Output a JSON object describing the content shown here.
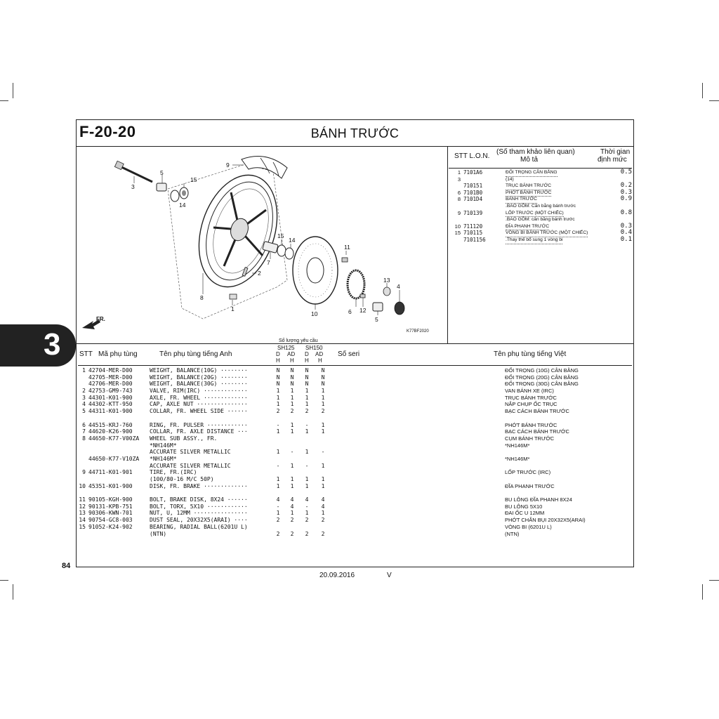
{
  "header": {
    "code": "F-20-20",
    "title": "BÁNH TRƯỚC"
  },
  "diagram": {
    "callouts": [
      "1",
      "2",
      "3",
      "4",
      "5",
      "5",
      "6",
      "7",
      "8",
      "9",
      "10",
      "11",
      "12",
      "13",
      "14",
      "14",
      "15",
      "15"
    ],
    "fr_label": "FR.",
    "drawing_code": "K77BF2020"
  },
  "time_table": {
    "headers": {
      "stt_lon": "STT  L.O.N.",
      "ref": "(Số tham khảo liên quan)",
      "desc": "Mô tả",
      "time1": "Thời gian",
      "time2": "định mức"
    },
    "rows": [
      {
        "stt": "1",
        "lon": "7101A6",
        "desc": "ĐỐI TRỌNG CÂN BẰNG",
        "val": "0.5"
      },
      {
        "stt": "3",
        "lon": "",
        "desc": "(14)",
        "val": ""
      },
      {
        "stt": "",
        "lon": "710151",
        "desc": "TRỤC BÁNH TRƯỚC",
        "val": "0.2"
      },
      {
        "stt": "6",
        "lon": "7101B0",
        "desc": "PHỚT BÁNH TRƯỚC",
        "val": "0.3"
      },
      {
        "stt": "8",
        "lon": "7101D4",
        "desc": "BÁNH TRƯỚC",
        "val": "0.9"
      },
      {
        "stt": "",
        "lon": "",
        "desc": ".BAO GỒM: Cân bằng bánh trước",
        "val": ""
      },
      {
        "stt": "9",
        "lon": "710139",
        "desc": "LỐP TRƯỚC (MỘT CHIẾC)",
        "val": "0.8"
      },
      {
        "stt": "",
        "lon": "",
        "desc": ".BAO GỒM: cân bằng bánh trước",
        "val": ""
      },
      {
        "stt": "10",
        "lon": "711120",
        "desc": "ĐĨA PHANH TRƯỚC",
        "val": "0.3"
      },
      {
        "stt": "15",
        "lon": "710115",
        "desc": "VÒNG BI BÁNH TRƯỚC (MỘT CHIẾC)",
        "val": "0.4"
      },
      {
        "stt": "",
        "lon": "7101156",
        "desc": ".Thay thế bổ sung 1 vòng bi",
        "val": "0.1"
      }
    ]
  },
  "parts_table": {
    "headers": {
      "stt": "STT",
      "part_no": "Mã phụ tùng",
      "name_en": "Tên phụ tùng tiếng Anh",
      "qty_title": "Số lượng yêu cầu",
      "sh125": "SH125",
      "sh150": "SH150",
      "d": "D",
      "ad": "AD",
      "h": "H",
      "serial": "Số seri",
      "name_vi": "Tên phụ tùng tiếng Việt"
    },
    "rows": [
      {
        "stt": "1",
        "no": "42704-MER-D00",
        "en": "WEIGHT, BALANCE(10G) ········",
        "q": [
          "N",
          "N",
          "N",
          "N"
        ],
        "vi": "ĐỐI TRỌNG (10G) CÂN BẰNG"
      },
      {
        "stt": "",
        "no": "42705-MER-D00",
        "en": "WEIGHT, BALANCE(20G) ········",
        "q": [
          "N",
          "N",
          "N",
          "N"
        ],
        "vi": "ĐỐI TRỌNG (20G) CÂN BẰNG"
      },
      {
        "stt": "",
        "no": "42706-MER-D00",
        "en": "WEIGHT, BALANCE(30G) ········",
        "q": [
          "N",
          "N",
          "N",
          "N"
        ],
        "vi": "ĐỐI TRỌNG (30G) CÂN BẰNG"
      },
      {
        "stt": "2",
        "no": "42753-GM9-743",
        "en": "VALVE, RIM(IRC) ·············",
        "q": [
          "1",
          "1",
          "1",
          "1"
        ],
        "vi": "VAN BÁNH XE (IRC)"
      },
      {
        "stt": "3",
        "no": "44301-K01-900",
        "en": "AXLE, FR. WHEEL ·············",
        "q": [
          "1",
          "1",
          "1",
          "1"
        ],
        "vi": "TRỤC BÁNH TRƯỚC"
      },
      {
        "stt": "4",
        "no": "44302-KTT-950",
        "en": "CAP, AXLE NUT ···············",
        "q": [
          "1",
          "1",
          "1",
          "1"
        ],
        "vi": "NẮP CHỤP ỐC TRỤC"
      },
      {
        "stt": "5",
        "no": "44311-K01-900",
        "en": "COLLAR, FR. WHEEL SIDE ······",
        "q": [
          "2",
          "2",
          "2",
          "2"
        ],
        "vi": "BẠC CÁCH BÁNH TRƯỚC"
      },
      {
        "gap": true
      },
      {
        "stt": "6",
        "no": "44515-KRJ-760",
        "en": "RING, FR. PULSER ············",
        "q": [
          "-",
          "1",
          "-",
          "1"
        ],
        "vi": "PHỚT BÁNH TRƯỚC"
      },
      {
        "stt": "7",
        "no": "44620-K26-900",
        "en": "COLLAR, FR. AXLE DISTANCE ···",
        "q": [
          "1",
          "1",
          "1",
          "1"
        ],
        "vi": "BẠC CÁCH BÁNH TRƯỚC"
      },
      {
        "stt": "8",
        "no": "44650-K77-V00ZA",
        "en": "WHEEL SUB ASSY., FR.",
        "q": [
          "",
          "",
          "",
          ""
        ],
        "vi": "CỤM BÁNH TRƯỚC"
      },
      {
        "stt": "",
        "no": "",
        "en": " *NH146M*",
        "q": [
          "",
          "",
          "",
          ""
        ],
        "vi": "*NH146M*"
      },
      {
        "stt": "",
        "no": "",
        "en": "     ACCURATE SILVER METALLIC",
        "q": [
          "1",
          "-",
          "1",
          "-"
        ],
        "vi": ""
      },
      {
        "stt": "",
        "no": "44650-K77-V10ZA",
        "en": " *NH146M*",
        "q": [
          "",
          "",
          "",
          ""
        ],
        "vi": "*NH146M*"
      },
      {
        "stt": "",
        "no": "",
        "en": "     ACCURATE SILVER METALLIC",
        "q": [
          "-",
          "1",
          "-",
          "1"
        ],
        "vi": ""
      },
      {
        "stt": "9",
        "no": "44711-K01-901",
        "en": "TIRE, FR.(IRC)",
        "q": [
          "",
          "",
          "",
          ""
        ],
        "vi": "LỐP TRƯỚC (IRC)"
      },
      {
        "stt": "",
        "no": "",
        "en": "          (100/80-16 M/C 50P)",
        "q": [
          "1",
          "1",
          "1",
          "1"
        ],
        "vi": ""
      },
      {
        "stt": "10",
        "no": "45351-K01-900",
        "en": "DISK, FR. BRAKE ·············",
        "q": [
          "1",
          "1",
          "1",
          "1"
        ],
        "vi": "ĐĨA PHANH TRƯỚC"
      },
      {
        "gap": true
      },
      {
        "stt": "11",
        "no": "90105-KGH-900",
        "en": "BOLT, BRAKE DISK, 8X24 ······",
        "q": [
          "4",
          "4",
          "4",
          "4"
        ],
        "vi": "BU LÔNG ĐĨA PHANH 8X24"
      },
      {
        "stt": "12",
        "no": "90131-KPB-751",
        "en": "BOLT, TORX, 5X10 ············",
        "q": [
          "-",
          "4",
          "-",
          "4"
        ],
        "vi": "BU LÔNG 5X10"
      },
      {
        "stt": "13",
        "no": "90306-KWN-701",
        "en": "NUT, U, 12MM ················",
        "q": [
          "1",
          "1",
          "1",
          "1"
        ],
        "vi": "ĐAI ỐC U 12MM"
      },
      {
        "stt": "14",
        "no": "90754-GC8-003",
        "en": "DUST SEAL, 20X32X5(ARAI) ····",
        "q": [
          "2",
          "2",
          "2",
          "2"
        ],
        "vi": "PHỚT CHẮN BỤI 20X32X5(ARAI)"
      },
      {
        "stt": "15",
        "no": "91052-K24-902",
        "en": "BEARING, RADIAL BALL(6201U L)",
        "q": [
          "",
          "",
          "",
          ""
        ],
        "vi": "VÒNG BI (6201U L)"
      },
      {
        "stt": "",
        "no": "",
        "en": "                        (NTN)",
        "q": [
          "2",
          "2",
          "2",
          "2"
        ],
        "vi": "(NTN)"
      }
    ]
  },
  "side_tab": "3",
  "footer": {
    "page": "84",
    "date": "20.09.2016",
    "version": "V"
  }
}
